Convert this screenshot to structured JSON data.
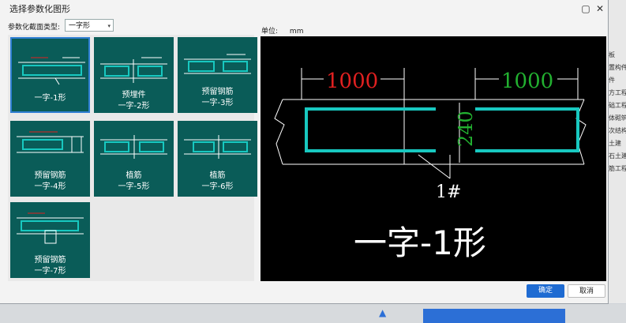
{
  "dialog": {
    "title": "选择参数化图形",
    "type_label": "参数化截面类型:",
    "type_value": "一字形",
    "unit_label": "单位:",
    "unit_value": "mm",
    "ok_label": "确定",
    "cancel_label": "取消"
  },
  "tiles": [
    {
      "name": "一字-1形",
      "sub": ""
    },
    {
      "name": "预埋件",
      "sub": "一字-2形"
    },
    {
      "name": "预留钢筋",
      "sub": "一字-3形"
    },
    {
      "name": "预留钢筋",
      "sub": "一字-4形"
    },
    {
      "name": "植筋",
      "sub": "一字-5形"
    },
    {
      "name": "植筋",
      "sub": "一字-6形"
    },
    {
      "name": "预留钢筋",
      "sub": "一字-7形"
    }
  ],
  "preview": {
    "dim_left": "1000",
    "dim_right": "1000",
    "dim_height": "240",
    "rebar_label": "1#",
    "shape_name": "一字-1形"
  },
  "colors": {
    "tile_bg": "#0a5c58",
    "rebar": "#18c8c0",
    "dim_red": "#e02020",
    "dim_green": "#22b030",
    "ok_button": "#1e6bd2"
  },
  "side_items": [
    "板",
    "置构件",
    "件",
    "方工程",
    "础工程",
    "体砌筑",
    "次结构",
    "土建",
    "石土建",
    "筋工程"
  ]
}
